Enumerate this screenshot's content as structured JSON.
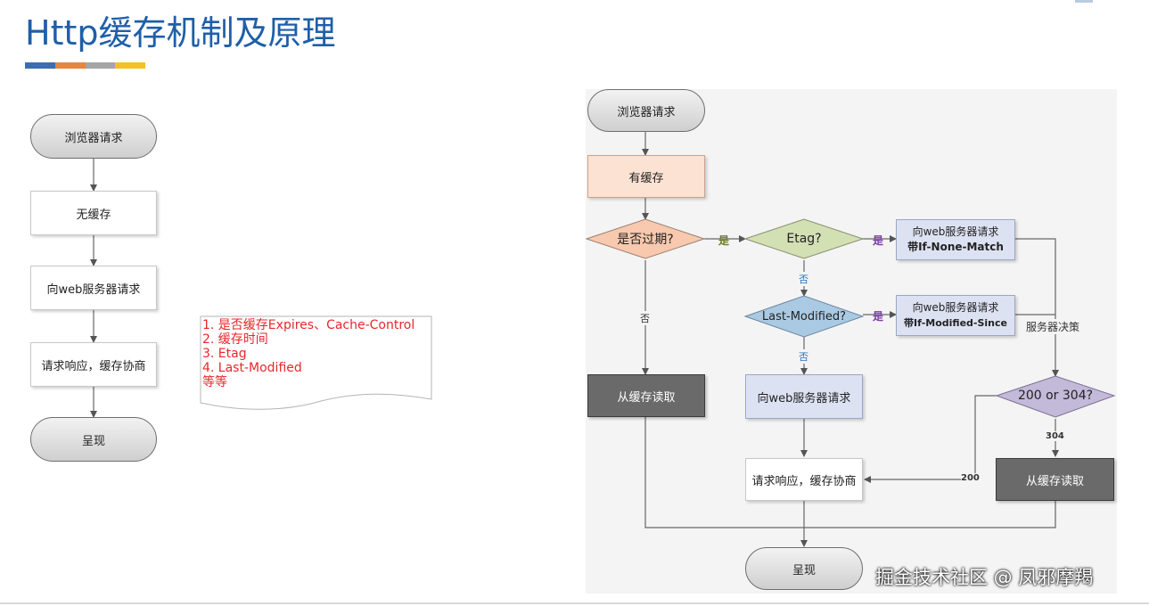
{
  "title": "Http缓存机制及原理",
  "title_bar_colors": [
    "#3a6eb0",
    "#e8863c",
    "#a5a5a5",
    "#f2c224"
  ],
  "left_flow": {
    "start": "浏览器请求",
    "no_cache": "无缓存",
    "request_server": "向web服务器请求",
    "response": "请求响应，缓存协商",
    "render": "呈现"
  },
  "note": {
    "lines": [
      "1. 是否缓存Expires、Cache-Control",
      "2. 缓存时间",
      "3. Etag",
      "4. Last-Modified",
      "等等"
    ]
  },
  "right_flow": {
    "start": "浏览器请求",
    "has_cache": "有缓存",
    "expired_q": "是否过期?",
    "etag_q": "Etag?",
    "lm_q": "Last-Modified?",
    "etag_req_line1": "向web服务器请求",
    "etag_req_line2": "带If-None-Match",
    "lm_req_line1": "向web服务器请求",
    "lm_req_line2": "带If-Modified-Since",
    "request_server": "向web服务器请求",
    "read_cache_1": "从缓存读取",
    "status_q": "200 or 304?",
    "read_cache_2": "从缓存读取",
    "response": "请求响应，缓存协商",
    "render": "呈现",
    "server_decision": "服务器决策",
    "label_yes_1": "是",
    "label_yes_2": "是",
    "label_yes_3": "是",
    "label_no_1": "否",
    "label_no_2": "否",
    "label_no_3": "否",
    "label_304": "304",
    "label_200": "200"
  },
  "watermark": "掘金技术社区 @ 凤邪摩羯"
}
